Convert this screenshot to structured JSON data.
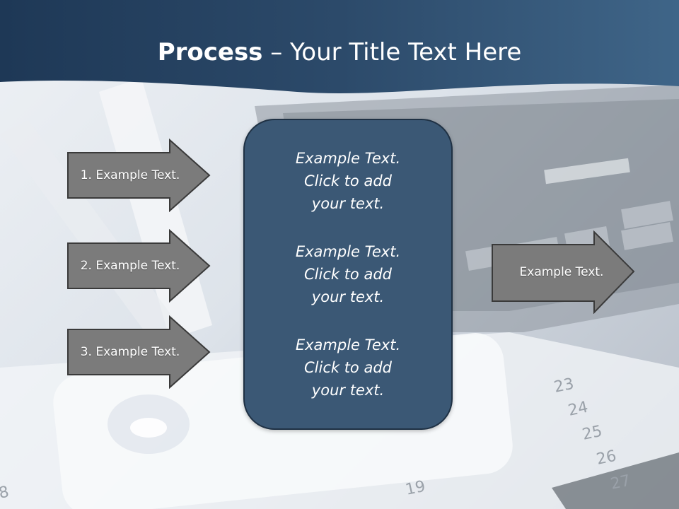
{
  "title": {
    "bold": "Process",
    "rest": " – Your Title Text Here"
  },
  "left_arrows": [
    {
      "label": "1. Example Text."
    },
    {
      "label": "2. Example Text."
    },
    {
      "label": "3. Example Text."
    }
  ],
  "center_box": {
    "paragraphs": [
      "Example Text.\nClick  to add\nyour text.",
      "Example Text.\nClick  to add\nyour text.",
      "Example Text.\nClick  to add\nyour text."
    ]
  },
  "right_arrow": {
    "label": "Example Text."
  },
  "background_numbers": [
    "23",
    "24",
    "25",
    "26",
    "27",
    "19",
    "8"
  ],
  "colors": {
    "header": "#2c4a6a",
    "center_box": "#3b5875",
    "arrow_fill": "#7b7b7b",
    "arrow_stroke": "#3a3a3a"
  }
}
